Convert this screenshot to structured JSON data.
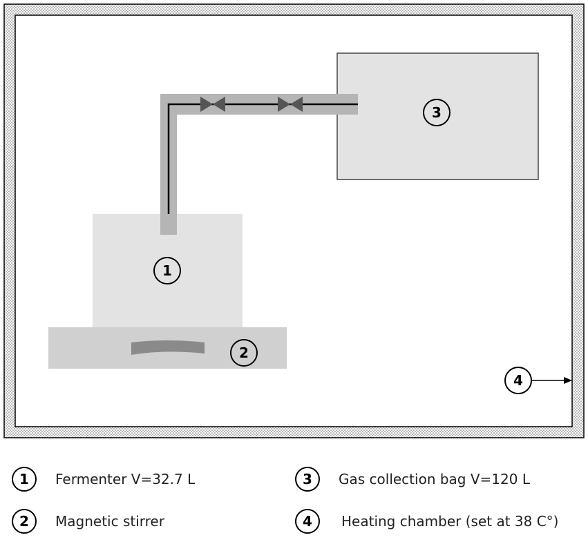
{
  "markers": {
    "fermenter": "1",
    "stirrer": "2",
    "bag": "3",
    "chamber": "4"
  },
  "legend": [
    {
      "number": "1",
      "text": "Fermenter V=32.7 L"
    },
    {
      "number": "2",
      "text": "Magnetic stirrer"
    },
    {
      "number": "3",
      "text": "Gas collection bag V=120 L"
    },
    {
      "number": "4",
      "text": "Heating chamber (set at 38 C°)"
    }
  ],
  "colors": {
    "component_fill": "#e3e3e3",
    "stirrer_fill": "#d0d0d0",
    "tube_fill": "#b5b5b5",
    "stir_bar": "#8a8a8a",
    "valve": "#555555",
    "line": "#000000"
  }
}
